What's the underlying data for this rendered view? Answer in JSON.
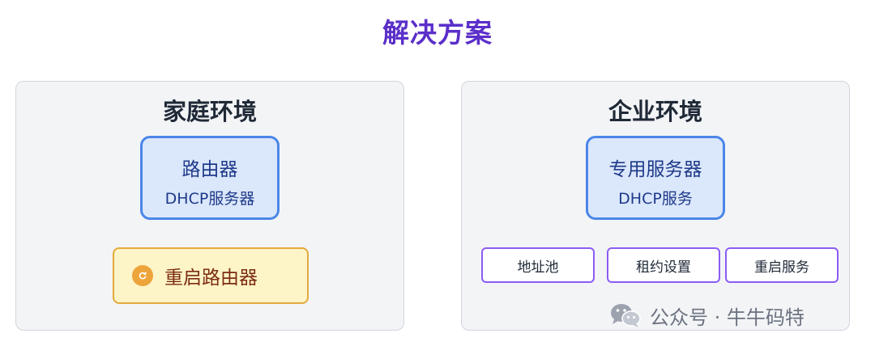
{
  "title": "解决方案",
  "panels": {
    "home": {
      "title": "家庭环境",
      "server": {
        "name": "路由器",
        "sub": "DHCP服务器"
      },
      "action": {
        "label": "重启路由器",
        "icon": "restart-icon"
      }
    },
    "enterprise": {
      "title": "企业环境",
      "server": {
        "name": "专用服务器",
        "sub": "DHCP服务"
      },
      "chips": [
        "地址池",
        "租约设置",
        "重启服务"
      ]
    }
  },
  "watermark": {
    "text": "公众号 · 牛牛码特",
    "icon": "wechat-icon"
  },
  "colors": {
    "title": "#5b2fc9",
    "server_fill": "#dbe7fb",
    "server_border": "#4a86e8",
    "action_fill": "#fdf4c7",
    "action_border": "#e5a93c",
    "chip_border": "#8b5cf6"
  }
}
